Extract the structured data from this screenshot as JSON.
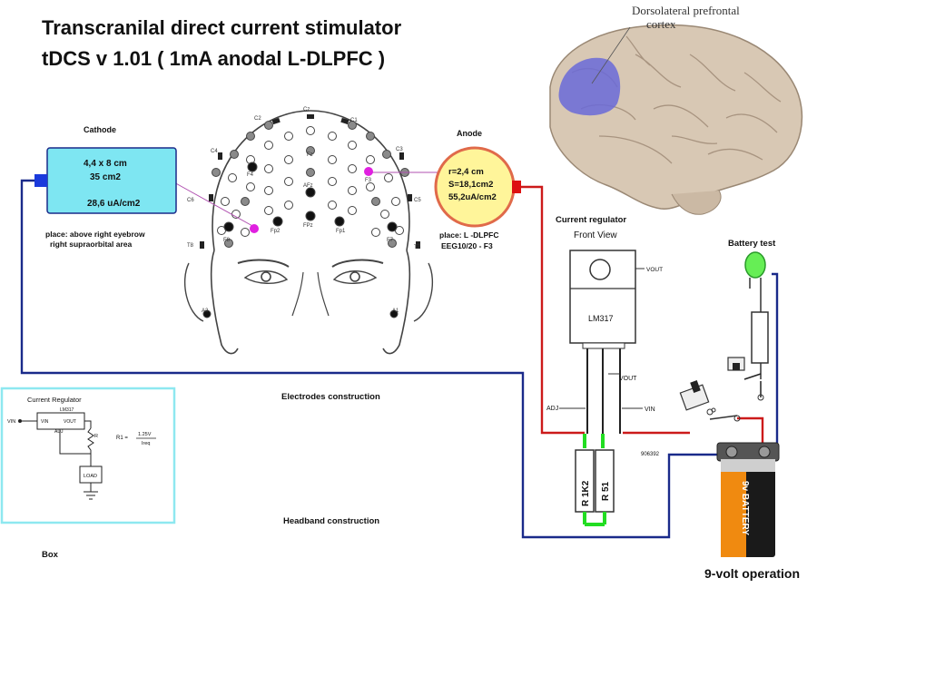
{
  "title": {
    "line1": "Transcranilal direct current stimulator",
    "line2": "tDCS  v 1.01   ( 1mA anodal L-DLPFC )"
  },
  "brain": {
    "label_line1": "Dorsolateral prefrontal",
    "label_line2": "cortex"
  },
  "cathode": {
    "heading": "Cathode",
    "size": "4,4 x 8 cm",
    "area": "35 cm2",
    "density": "28,6 uA/cm2",
    "place_line1": "place: above right eyebrow",
    "place_line2": "right supraorbital area"
  },
  "anode": {
    "heading": "Anode",
    "radius": "r=2,4 cm",
    "area": "S=18,1cm2",
    "density": "55,2uA/cm2",
    "place_line1": "place: L -DLPFC",
    "place_line2": "EEG10/20 - F3"
  },
  "eeg_labels": {
    "cz": "Cz",
    "c2": "C2",
    "c1": "C1",
    "c4": "C4",
    "c3": "C3",
    "c6": "C6",
    "c5": "C5",
    "f4": "F4",
    "f3": "F3",
    "fz": "Fz",
    "afz": "AFz",
    "fp2": "Fp2",
    "fpz": "FPz",
    "fp1": "Fp1",
    "f8": "F8",
    "f7": "F7",
    "t8": "T8",
    "t7": "T7",
    "a2": "A2",
    "a1": "A1"
  },
  "regulator": {
    "heading": "Current regulator",
    "subheading": "Front View",
    "chip": "LM317",
    "vout_tab": "VOUT",
    "vout_leg": "VOUT",
    "adj": "ADJ",
    "vin": "VIN",
    "code": "906392"
  },
  "resistors": {
    "r1": "R 1K2",
    "r2": "R 51"
  },
  "battery": {
    "test_label": "Battery test",
    "brand": "9v BATTERY",
    "operation": "9-volt operation"
  },
  "schematic": {
    "title": "Current Regulator",
    "chip": "LM317",
    "vin_ext": "VIN",
    "vin_pin": "VIN",
    "vout_pin": "VOUT",
    "adj_pin": "ADJ",
    "r_label": "R",
    "load": "LOAD",
    "formula_lhs": "R1 =",
    "formula_num": "1.25V",
    "formula_den": "Ireq"
  },
  "captions": {
    "electrodes": "Electrodes construction",
    "headband": "Headband construction",
    "box": "Box"
  },
  "colors": {
    "cathode_fill": "#7ee6f2",
    "anode_fill": "#fff59a",
    "anode_ring": "#e06a4a",
    "wire_blue": "#1a2a8a",
    "wire_red": "#cc1a1a",
    "contact_green": "#22dd22",
    "electrode_magenta": "#e020e0",
    "brain_region": "#6a6ad8",
    "battery_orange": "#f08a10",
    "schematic_border": "#8ee8f0"
  }
}
